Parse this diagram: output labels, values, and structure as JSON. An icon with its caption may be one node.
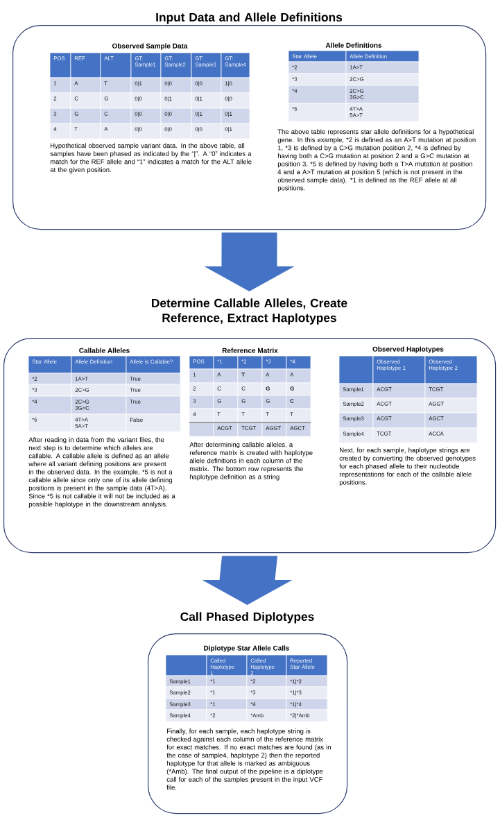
{
  "diagram": {
    "nodes": [
      {
        "text": [
          "Input Data and Allele Definitions"
        ]
      },
      {
        "text": [
          "Observed Sample Data",
          "POS",
          "REF",
          "ALT",
          "GT: Sample1",
          "GT: Sample2",
          "GT: Sample3",
          "GT: Sample4",
          "1",
          "A",
          "T",
          "0|1",
          "0|0",
          "0|0",
          "1|0",
          "2",
          "C",
          "G",
          "0|0",
          "0|1",
          "0|1",
          "0|0",
          "3",
          "G",
          "C",
          "0|0",
          "0|0",
          "0|1",
          "0|1",
          "4",
          "T",
          "A",
          "0|0",
          "0|0",
          "0|0",
          "0|1"
        ],
        "in": 0,
        "beside": [
          "Hypothetical observed sample variant data. In the above table, all samples have been phased as indicated by the “|”. A “0” indicates a match for the REF allele and “1” indicates a match for the ALT allele at the given position."
        ]
      },
      {
        "text": [
          "Allele Definitions",
          "Star Allele",
          "Allele Definition",
          "*2",
          "1A>T",
          "*3",
          "2C>G",
          "*4",
          "2C>G 3G>C",
          "*5",
          "4T>A 5A>T"
        ],
        "in": 0,
        "beside": [
          "The above table represents star allele definitions for a hypothetical gene. In this example, *2 is defined as an A>T mutation at position 1, *3 is defined by a C>G mutation position 2, *4 is defined by having both a C>G mutation at position 2 and a G>C mutation at position 3, *5 is defined by having both a T>A mutation at position 4 and a A>T mutation at position 5 (which is not present in the observed sample data). *1 is defined as the REF allele at all positions."
        ]
      },
      {
        "text": [
          "Determine Callable Alleles, Create Reference, Extract Haplotypes"
        ]
      },
      {
        "text": [
          "Callable Alleles",
          "Star Allele",
          "Allele Definition",
          "Allele is Callable?",
          "*2",
          "1A>T",
          "True",
          "*3",
          "2C>G",
          "True",
          "*4",
          "2C>G 3G>C",
          "True",
          "*5",
          "4T>A 5A>T",
          "False"
        ],
        "in": 3,
        "beside": [
          "After reading in data from the variant files, the next step is to determine which alleles are callable. A callable allele is defined as an allele where all variant defining positions are present in the observed data. In the example, *5 is not a callable allele since only one of its allele defining positions is present in the sample data (4T>A). Since *5 is not callable it will not be included as a possible haplotype in the downstream analysis."
        ]
      },
      {
        "text": [
          "Reference Matrix",
          "POS",
          "*1",
          "*2",
          "*3",
          "*4",
          "1",
          "A",
          "T",
          "A",
          "A",
          "2",
          "C",
          "C",
          "G",
          "G",
          "3",
          "G",
          "G",
          "G",
          "C",
          "4",
          "T",
          "T",
          "T",
          "T",
          "ACGT",
          "TCGT",
          "AGGT",
          "AGCT"
        ],
        "in": 3,
        "beside": [
          "After determining callable alleles, a reference matrix is created with haplotype allele definitions in each column of the matrix. The bottom row represents the haplotype definition as a string"
        ]
      },
      {
        "text": [
          "Observed Haplotypes",
          "Observed Haplotype 1",
          "Observed Haplotype 2",
          "Sample1",
          "ACGT",
          "TCGT",
          "Sample2",
          "ACGT",
          "AGGT",
          "Sample3",
          "ACGT",
          "AGCT",
          "Sample4",
          "TCGT",
          "ACCA"
        ],
        "in": 3,
        "beside": [
          "Next, for each sample, haplotype strings are created by converting the observed genotypes for each phased allele to their nucleotide representations for each of the callable allele positions."
        ]
      },
      {
        "text": [
          "Call Phased Diplotypes"
        ]
      },
      {
        "text": [
          "Diplotype Star Allele Calls",
          "Called Haplotype 1",
          "Called Haplotype 2",
          "Reported Star Allele",
          "Sample1",
          "*1",
          "*2",
          "*1|*2",
          "Sample2",
          "*1",
          "*3",
          "*1|*3",
          "Sample3",
          "*1",
          "*4",
          "*1|*4",
          "Sample4",
          "*2",
          "*Amb",
          "*2|*Amb"
        ],
        "in": 7,
        "beside": [
          "Finally, for each sample, each haplotype string is checked against each column of the reference matrix for exact matches. If no exact matches are found (as in the case of sample4, haplotype 2) then the reported haplotype for that allele is marked as ambiguous (*Amb). The final output of the pipeline is a diplotype call for each of the samples present in the input VCF file."
        ]
      }
    ],
    "edges": [
      {
        "from": 0,
        "to": 3,
        "arrow": "to"
      },
      {
        "from": 3,
        "to": 7,
        "arrow": "to"
      }
    ]
  }
}
